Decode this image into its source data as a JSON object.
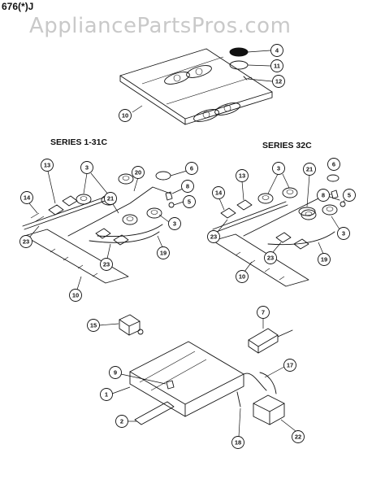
{
  "model_label": "676(*)J",
  "watermark": "AppliancePartsPros.com",
  "series_labels": {
    "left": "SERIES 1-31C",
    "right": "SERIES 32C"
  },
  "callouts": {
    "top_4": "4",
    "top_11": "11",
    "top_12": "12",
    "top_10": "10",
    "l_13": "13",
    "l_3": "3",
    "l_20": "20",
    "l_6": "6",
    "l_14": "14",
    "l_8": "8",
    "l_21": "21",
    "l_5": "5",
    "l_3b": "3",
    "l_23": "23",
    "l_19": "19",
    "l_23b": "23",
    "l_10": "10",
    "r_13": "13",
    "r_3": "3",
    "r_21": "21",
    "r_6": "6",
    "r_14": "14",
    "r_8": "8",
    "r_5": "5",
    "r_23": "23",
    "r_3b": "3",
    "r_23b": "23",
    "r_19": "19",
    "r_10": "10",
    "b_15": "15",
    "b_7": "7",
    "b_9": "9",
    "b_17": "17",
    "b_1": "1",
    "b_2": "2",
    "b_18": "18",
    "b_22": "22"
  }
}
